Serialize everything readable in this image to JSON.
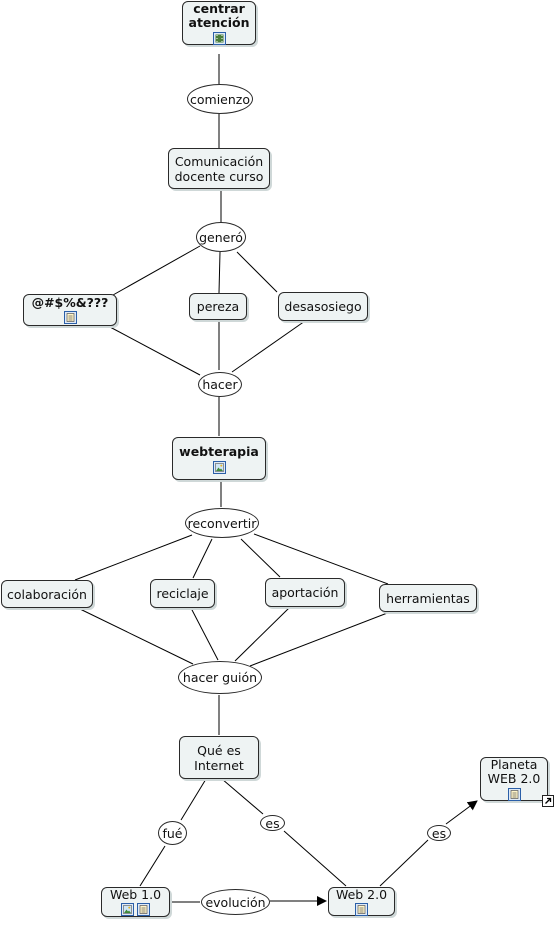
{
  "nodes": {
    "centrar": "centrar\natención",
    "comunicacion": "Comunicación\ndocente curso",
    "simbolos": "@#$%&???",
    "pereza": "pereza",
    "desasosiego": "desasosiego",
    "webterapia": "webterapia",
    "colaboracion": "colaboración",
    "reciclaje": "reciclaje",
    "aportacion": "aportación",
    "herramientas": "herramientas",
    "que_es_internet": "Qué es\nInternet",
    "web10": "Web 1.0",
    "web20": "Web 2.0",
    "planeta": "Planeta\nWEB 2.0"
  },
  "links": {
    "comienzo": "comienzo",
    "genero": "generó",
    "hacer": "hacer",
    "reconvertir": "reconvertir",
    "hacer_guion": "hacer guión",
    "fue": "fué",
    "es_1": "es",
    "evolucion": "evolución",
    "es_2": "es"
  },
  "icons": {
    "video": "video-resource-icon",
    "document": "document-resource-icon",
    "image": "image-resource-icon",
    "external": "external-link-icon"
  },
  "colors": {
    "node_fill": "#eef3f3",
    "stroke": "#2a2a2a",
    "icon_blue": "#2b5fa8"
  }
}
